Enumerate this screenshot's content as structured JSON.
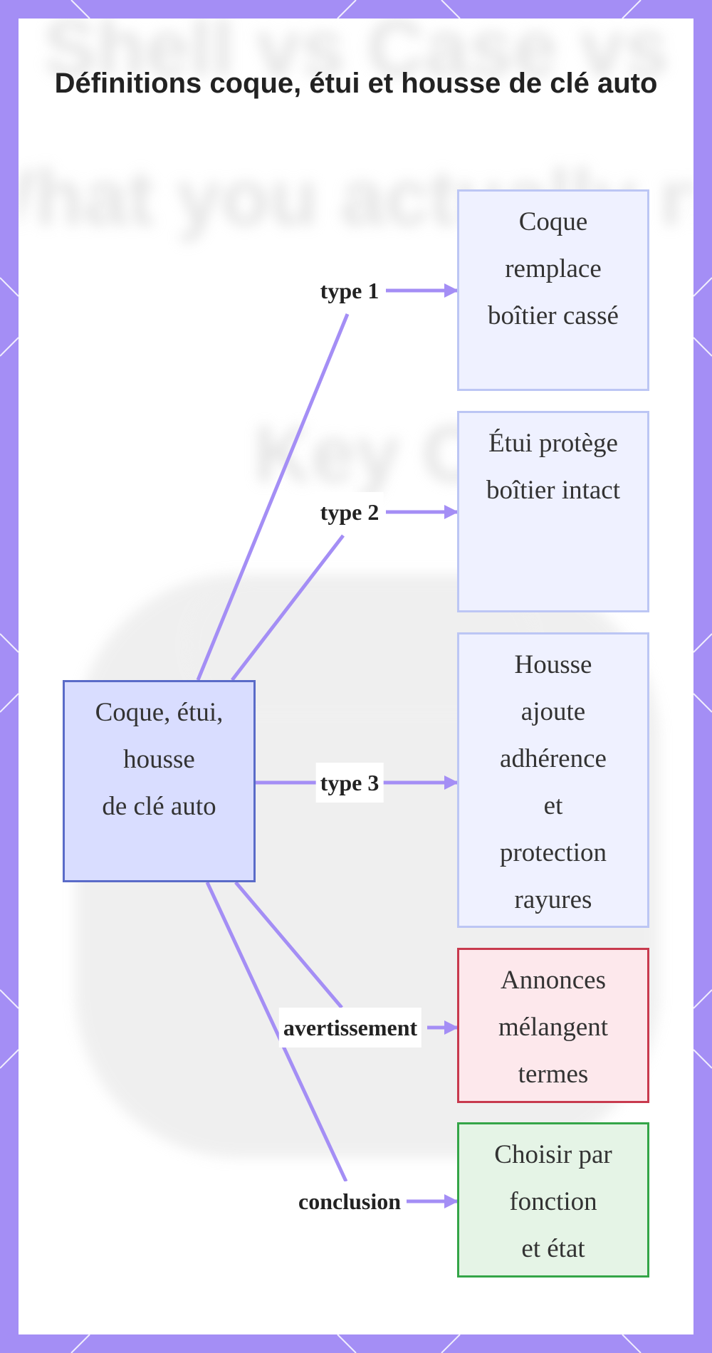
{
  "title": "Définitions coque, étui et housse de clé auto",
  "background_text": [
    "Shell vs Case vs",
    "What you actually ne",
    "Key Ca"
  ],
  "colors": {
    "frame": "#a48ef5",
    "edge": "#a48ef5",
    "root_fill": "#d9ddff",
    "root_border": "#5a6bc8",
    "leaf_fill": "#eff1ff",
    "leaf_border": "#bcc6f4",
    "warning_fill": "#fde8ec",
    "warning_border": "#c83a4e",
    "conclusion_fill": "#e5f4e6",
    "conclusion_border": "#34a548"
  },
  "root": {
    "lines": [
      "Coque, étui,",
      "housse",
      "de clé auto"
    ]
  },
  "branches": [
    {
      "label": "type 1",
      "lines": [
        "Coque",
        "remplace",
        "boîtier cassé"
      ],
      "kind": "leaf"
    },
    {
      "label": "type 2",
      "lines": [
        "Étui protège",
        "boîtier intact"
      ],
      "kind": "leaf"
    },
    {
      "label": "type 3",
      "lines": [
        "Housse",
        "ajoute",
        "adhérence",
        "et",
        "protection",
        "rayures"
      ],
      "kind": "leaf"
    },
    {
      "label": "avertissement",
      "lines": [
        "Annonces",
        "mélangent",
        "termes"
      ],
      "kind": "warning"
    },
    {
      "label": "conclusion",
      "lines": [
        "Choisir par",
        "fonction",
        "et état"
      ],
      "kind": "conclusion"
    }
  ]
}
